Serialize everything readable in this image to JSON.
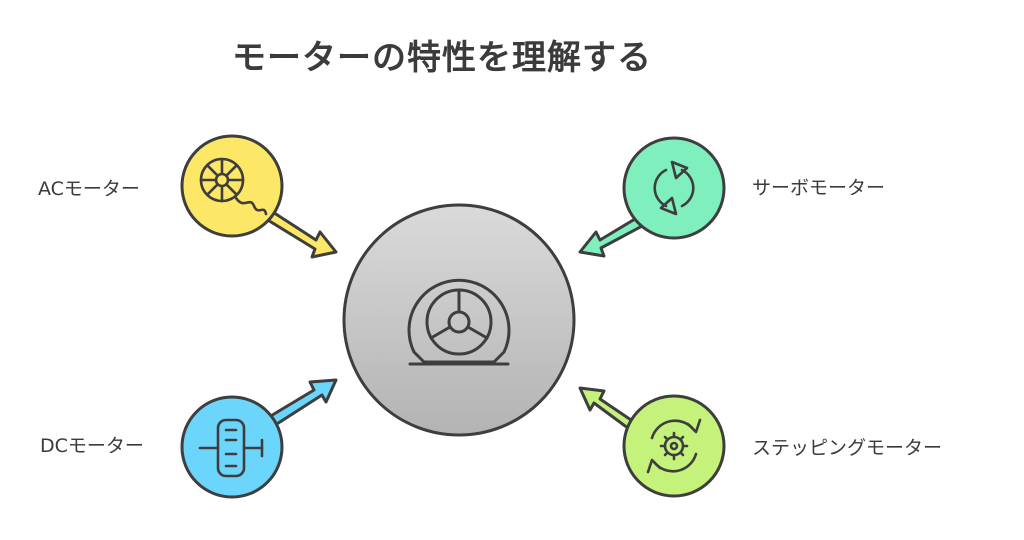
{
  "title": "モーターの特性を理解する",
  "center": {
    "icon": "motor-wheel-icon"
  },
  "nodes": {
    "ac": {
      "label": "ACモーター",
      "icon": "ac-coil-icon",
      "color": "#FCE766"
    },
    "servo": {
      "label": "サーボモーター",
      "icon": "rotation-arrows-icon",
      "color": "#7FEFBD"
    },
    "dc": {
      "label": "DCモーター",
      "icon": "dc-rotor-icon",
      "color": "#6BD5FC"
    },
    "stepping": {
      "label": "ステッピングモーター",
      "icon": "gear-cycle-icon",
      "color": "#C4F27A"
    }
  },
  "colors": {
    "center_top": "#D9D9D9",
    "center_bottom": "#B5B5B5",
    "stroke": "#3E3E3E"
  }
}
